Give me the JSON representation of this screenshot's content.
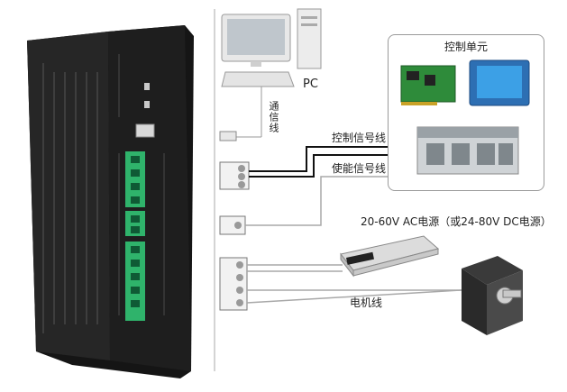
{
  "labels": {
    "pc": "PC",
    "comm_cable": "通信线",
    "control_unit": "控制单元",
    "control_signal_line": "控制信号线",
    "enable_signal_line": "使能信号线",
    "power_supply": "20-60V AC电源（或24-80V DC电源）",
    "motor_cable": "电机线"
  },
  "colors": {
    "driver_body": "#1c1c1c",
    "terminal_green": "#2fb36b",
    "signal_line": "#111111",
    "grey_line": "#a8a8a8",
    "panel_border": "#9a9a9a"
  },
  "icons": [
    "pc-monitor-icon",
    "pc-tower-icon",
    "keyboard-icon",
    "usb-plug-icon",
    "terminal-connector-icon",
    "motion-card-icon",
    "touch-screen-icon",
    "plc-controller-icon",
    "power-supply-icon",
    "stepper-motor-icon"
  ]
}
